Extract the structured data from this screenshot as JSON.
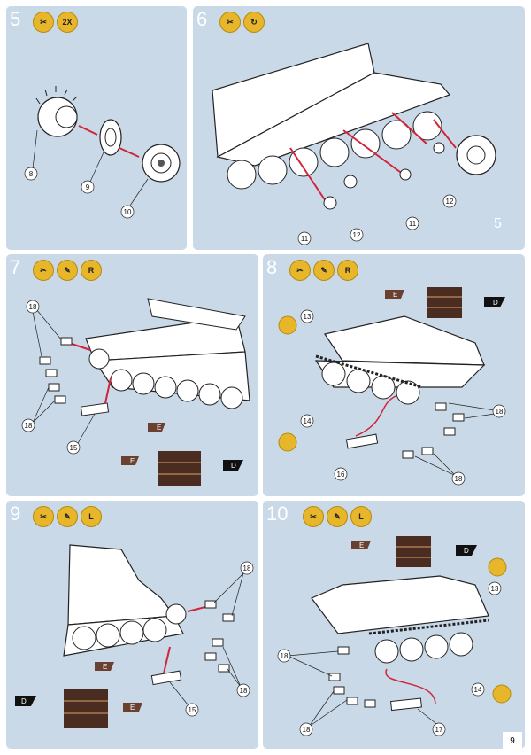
{
  "page": {
    "number": "9"
  },
  "colors": {
    "panel": "#c9d9e8",
    "badge": "#e7b62a",
    "arrow": "#d0243a",
    "tile": "#4a2c20"
  },
  "steps": [
    {
      "number": "5",
      "badges": [
        {
          "icon": "knife-icon",
          "text": ""
        },
        {
          "icon": "count-icon",
          "text": "2X"
        }
      ],
      "callouts": [
        "8",
        "9",
        "10"
      ]
    },
    {
      "number": "6",
      "badges": [
        {
          "icon": "knife-icon",
          "text": ""
        },
        {
          "icon": "rotate-icon",
          "text": ""
        }
      ],
      "callouts": [
        "11",
        "12",
        "11",
        "12",
        "5"
      ]
    },
    {
      "number": "7",
      "badges": [
        {
          "icon": "knife-icon",
          "text": ""
        },
        {
          "icon": "glue-icon",
          "text": ""
        },
        {
          "icon": "right-icon",
          "text": "R"
        }
      ],
      "callouts": [
        "18",
        "18",
        "15"
      ],
      "labels": [
        "E",
        "E",
        "D"
      ]
    },
    {
      "number": "8",
      "badges": [
        {
          "icon": "knife-icon",
          "text": ""
        },
        {
          "icon": "glue-icon",
          "text": ""
        },
        {
          "icon": "right-icon",
          "text": "R"
        }
      ],
      "callouts": [
        "13",
        "14",
        "16",
        "18",
        "18"
      ],
      "labels": [
        "E",
        "D"
      ]
    },
    {
      "number": "9",
      "badges": [
        {
          "icon": "knife-icon",
          "text": ""
        },
        {
          "icon": "glue-icon",
          "text": ""
        },
        {
          "icon": "left-icon",
          "text": "L"
        }
      ],
      "callouts": [
        "18",
        "18",
        "15"
      ],
      "labels": [
        "E",
        "D",
        "E"
      ]
    },
    {
      "number": "10",
      "badges": [
        {
          "icon": "knife-icon",
          "text": ""
        },
        {
          "icon": "glue-icon",
          "text": ""
        },
        {
          "icon": "left-icon",
          "text": "L"
        }
      ],
      "callouts": [
        "18",
        "13",
        "14",
        "18",
        "17"
      ],
      "labels": [
        "E",
        "D"
      ]
    }
  ]
}
